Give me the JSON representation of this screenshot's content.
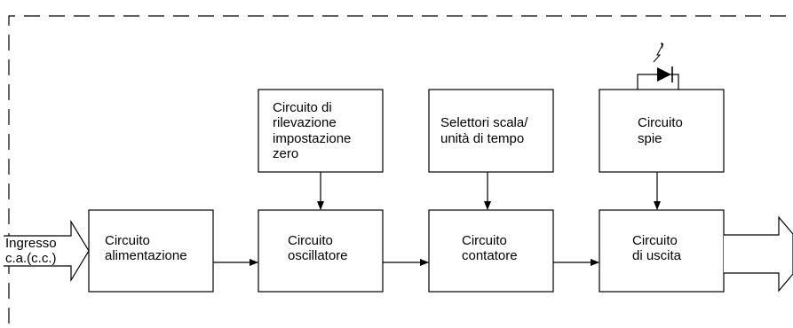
{
  "input_label": [
    "Ingresso",
    "c.a.(c.c.)"
  ],
  "blocks": {
    "power_supply": [
      "Circuito",
      "alimentazione"
    ],
    "oscillator": [
      "Circuito",
      "oscillatore"
    ],
    "counter": [
      "Circuito",
      "contatore"
    ],
    "output": [
      "Circuito",
      "di uscita"
    ],
    "zero_detection": [
      "Circuito di",
      "rilevazione",
      "impostazione",
      "zero"
    ],
    "range_selectors": [
      "Selettori scala/",
      "unità di tempo"
    ],
    "indicator": [
      "Circuito",
      "spie"
    ]
  },
  "colors": {
    "line": "#000000",
    "background": "#ffffff"
  },
  "icons": {
    "led": "led-icon"
  }
}
